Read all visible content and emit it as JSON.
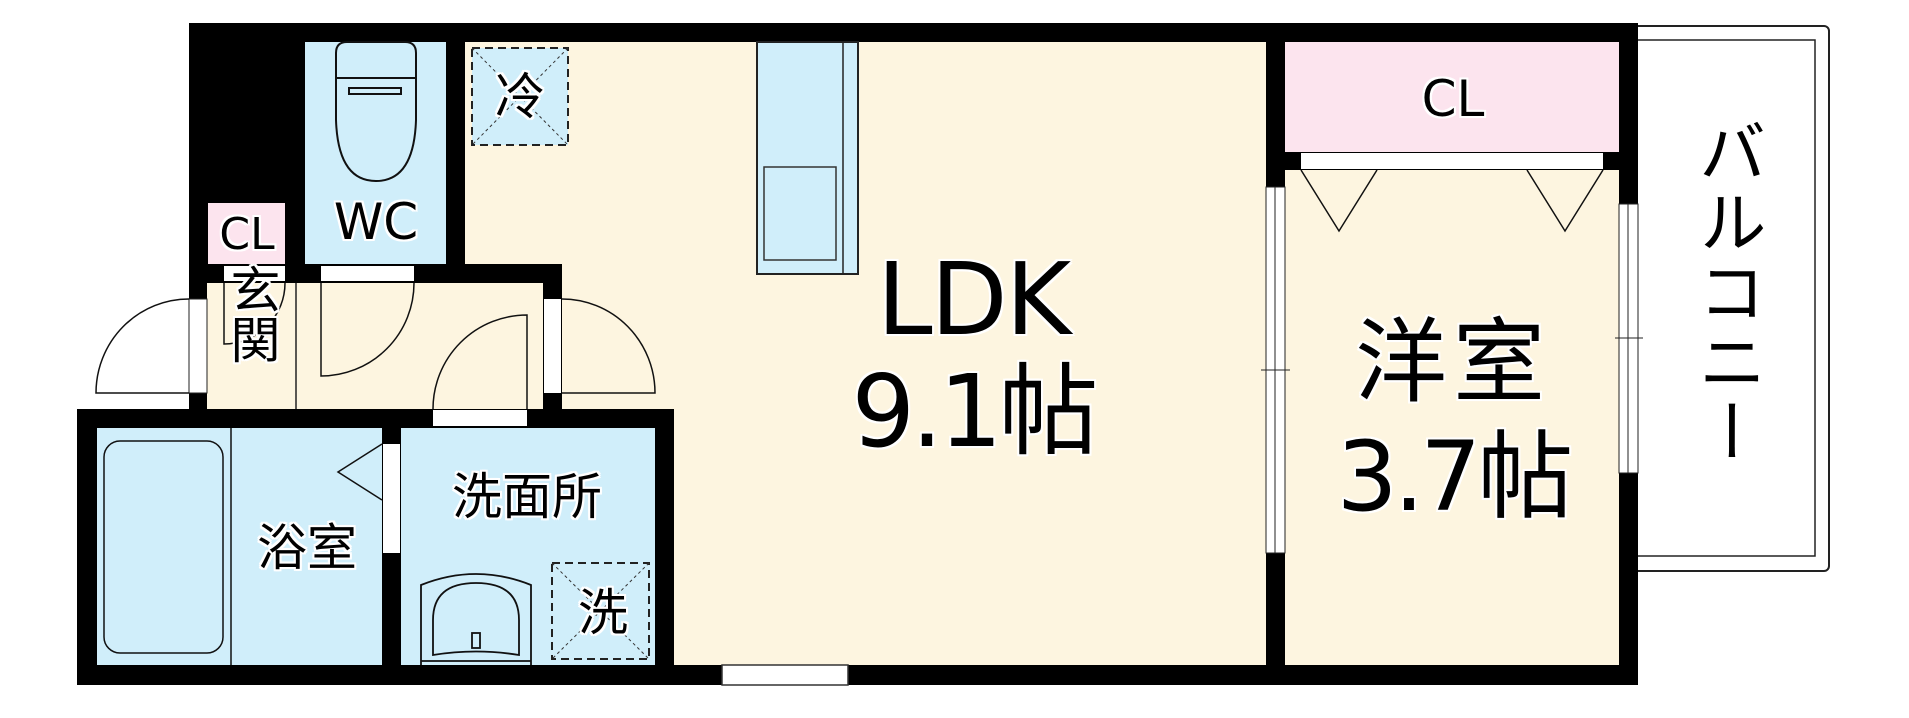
{
  "floorplan": {
    "colors": {
      "wall": "#000000",
      "living_floor": "#fdf5e0",
      "wet_area": "#d0eefa",
      "closet": "#fce4ee",
      "balcony": "#ffffff"
    },
    "rooms": {
      "ldk": {
        "name": "LDK",
        "size": "9.1帖"
      },
      "western_room": {
        "name": "洋室",
        "size": "3.7帖"
      },
      "balcony": {
        "name": "バルコニー"
      },
      "western_closet": {
        "name": "CL"
      },
      "entry_closet": {
        "name": "CL"
      },
      "toilet": {
        "name": "WC"
      },
      "entrance": {
        "name": "玄関"
      },
      "bathroom": {
        "name": "浴室"
      },
      "washroom": {
        "name": "洗面所"
      }
    },
    "fixtures": {
      "fridge_space": {
        "label": "冷"
      },
      "washer_space": {
        "label": "洗"
      }
    }
  }
}
